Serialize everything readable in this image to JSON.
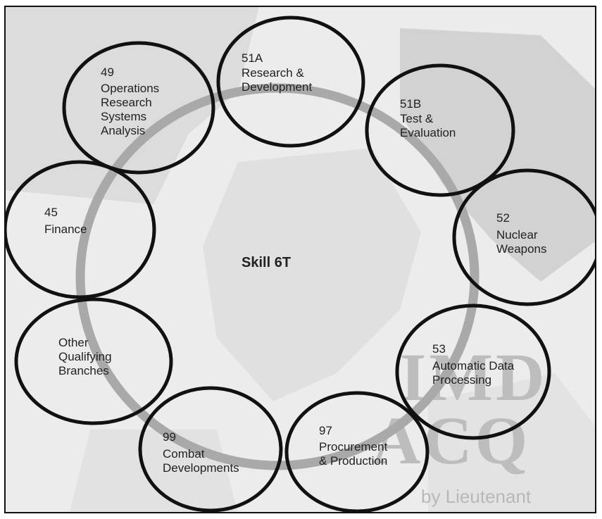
{
  "diagram": {
    "center_label": "Skill 6T",
    "nodes": [
      {
        "id": "51a",
        "code": "51A",
        "title": "Research &\nDevelopment"
      },
      {
        "id": "51b",
        "code": "51B",
        "title": "Test &\nEvaluation"
      },
      {
        "id": "52",
        "code": "52",
        "title": "Nuclear\nWeapons"
      },
      {
        "id": "53",
        "code": "53",
        "title": "Automatic Data\nProcessing"
      },
      {
        "id": "97",
        "code": "97",
        "title": "Procurement\n& Production"
      },
      {
        "id": "99",
        "code": "99",
        "title": "Combat\nDevelopments"
      },
      {
        "id": "other",
        "code": "",
        "title": "Other\nQualifying\nBranches"
      },
      {
        "id": "45",
        "code": "45",
        "title": "Finance"
      },
      {
        "id": "49",
        "code": "49",
        "title": "Operations\nResearch\nSystems\nAnalysis"
      }
    ],
    "background_text": {
      "byline": "by Lieutenant"
    },
    "colors": {
      "circle_stroke": "#111111",
      "ring": "#a9a9a9",
      "background": "#e9e9e9",
      "text": "#222222"
    }
  }
}
